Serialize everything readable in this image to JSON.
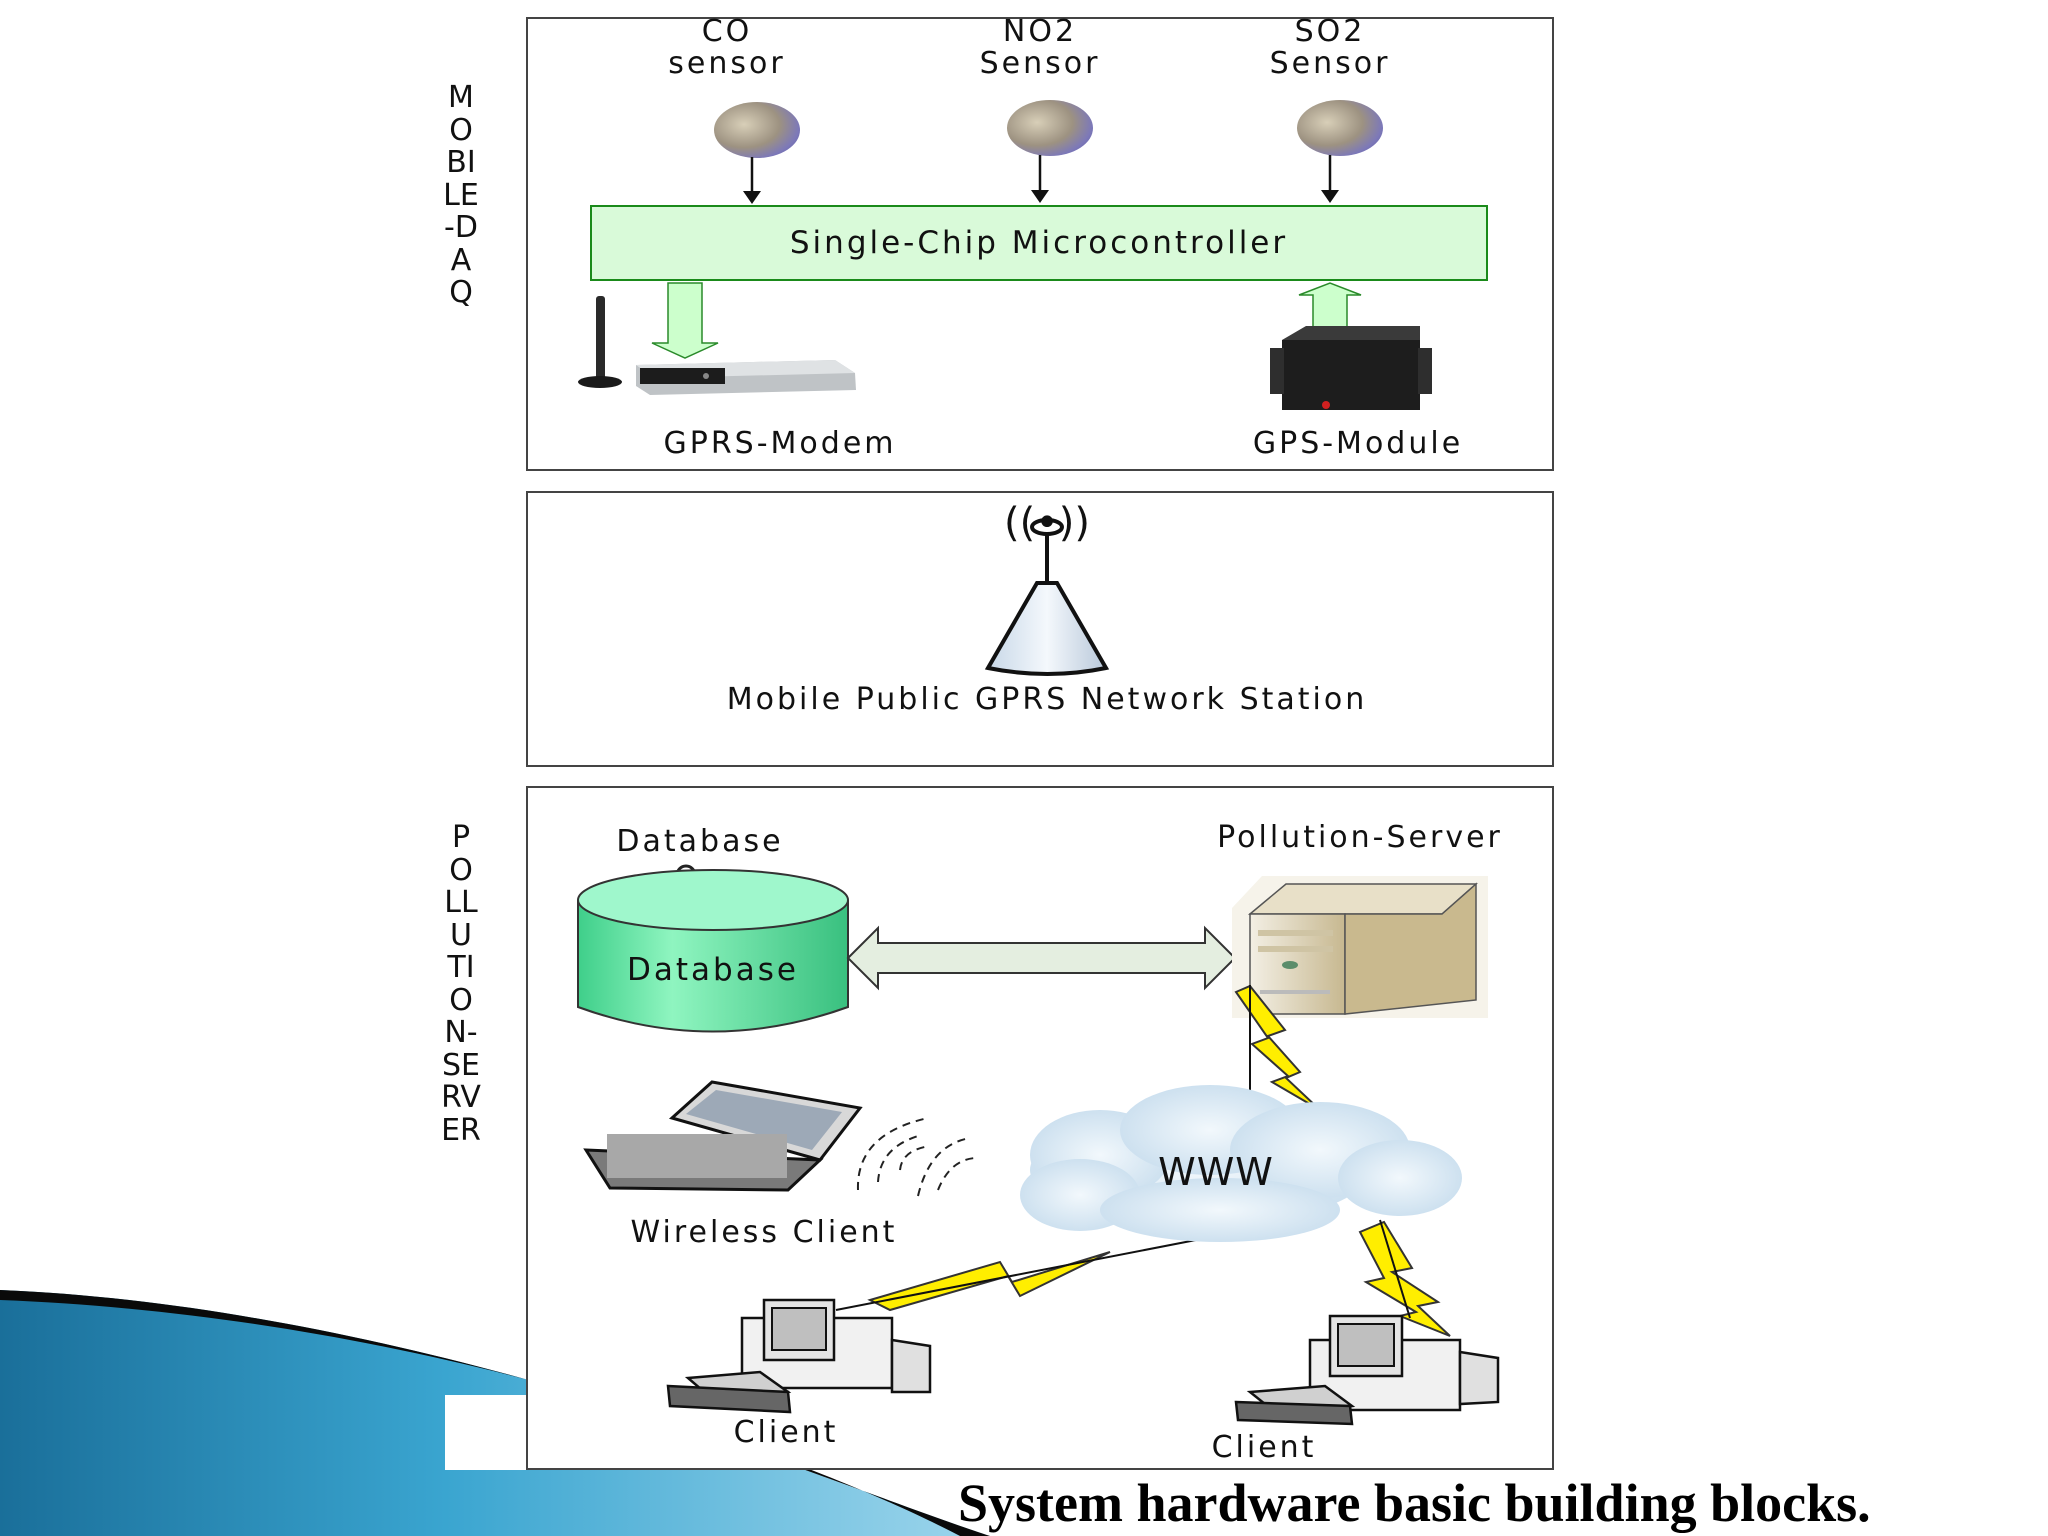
{
  "mobile_daq": {
    "side_label": "MOBILE-DAQ",
    "sensors": [
      {
        "line1": "CO",
        "line2": "sensor"
      },
      {
        "line1": "NO2",
        "line2": "Sensor"
      },
      {
        "line1": "SO2",
        "line2": "Sensor"
      }
    ],
    "microcontroller": "Single-Chip Microcontroller",
    "gprs_modem": "GPRS-Modem",
    "gps_module": "GPS-Module"
  },
  "network": {
    "station_label": "Mobile Public GPRS Network Station",
    "signal_glyph": "((•))"
  },
  "pollution_server": {
    "side_label": "POLLUTION-SERVER",
    "database_title": "Database",
    "database_drum": "Database",
    "server_title": "Pollution-Server",
    "cloud_label": "WWW",
    "wireless_client": "Wireless Client",
    "client_left": "Client",
    "client_right": "Client"
  },
  "caption": "System hardware basic building blocks.",
  "colors": {
    "microcontroller_fill": "#d9fad9",
    "microcontroller_border": "#1a8a1a",
    "arrow_fill": "#ccffcc",
    "database_fill": "#5fe3a3",
    "lightning": "#ffee00",
    "cloud": "#d7e8f4",
    "background_accent": "#1e7fae"
  }
}
